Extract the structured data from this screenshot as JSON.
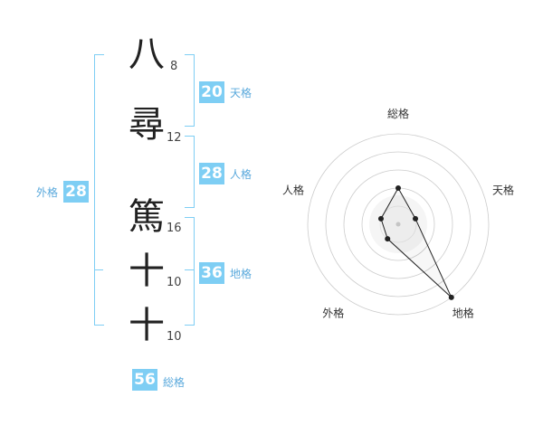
{
  "characters": [
    {
      "char": "八",
      "strokes": "8"
    },
    {
      "char": "尋",
      "strokes": "12"
    },
    {
      "char": "篤",
      "strokes": "16"
    },
    {
      "char": "十",
      "strokes": "10"
    },
    {
      "char": "十",
      "strokes": "10"
    }
  ],
  "fortunes": {
    "tenkaku": {
      "value": "20",
      "label": "天格"
    },
    "jinkaku": {
      "value": "28",
      "label": "人格"
    },
    "chikaku": {
      "value": "36",
      "label": "地格"
    },
    "gaikaku": {
      "value": "28",
      "label": "外格"
    },
    "soukaku": {
      "value": "56",
      "label": "総格"
    }
  },
  "radar": {
    "axes": [
      "総格",
      "天格",
      "地格",
      "外格",
      "人格"
    ],
    "values": [
      2,
      1,
      5,
      1,
      1
    ],
    "max": 5,
    "rings": 5,
    "line_color": "#222222",
    "ring_color": "#cccccc"
  }
}
